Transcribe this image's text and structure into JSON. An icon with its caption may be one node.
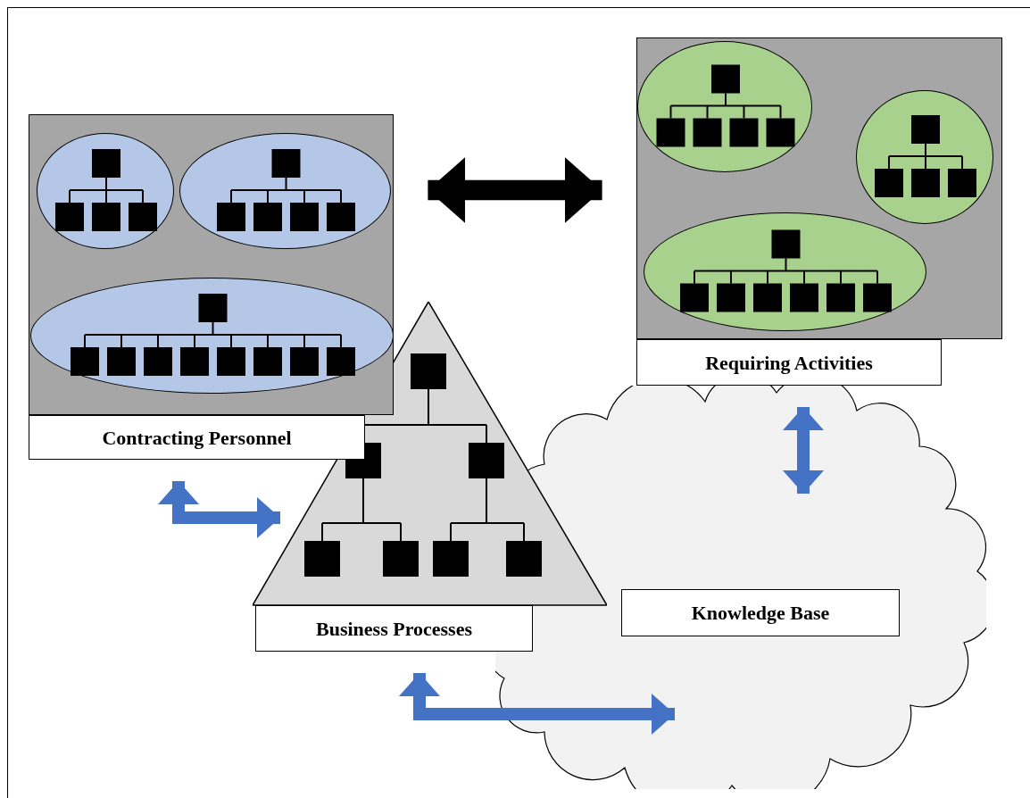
{
  "diagram": {
    "nodes": [
      {
        "text": [
          "Contracting Personnel"
        ]
      },
      {
        "text": [],
        "shape": "ellipse",
        "in": 0
      },
      {
        "text": [],
        "shape": "ellipse",
        "in": 0
      },
      {
        "text": [],
        "shape": "ellipse",
        "in": 0
      },
      {
        "text": [
          "Requiring Activities"
        ]
      },
      {
        "text": [],
        "shape": "ellipse",
        "in": 4
      },
      {
        "text": [],
        "shape": "ellipse",
        "in": 4
      },
      {
        "text": [],
        "shape": "ellipse",
        "in": 4
      },
      {
        "text": [
          "Business Processes"
        ]
      },
      {
        "text": [
          "Knowledge Base"
        ]
      }
    ],
    "edges": [
      {
        "from": 0,
        "to": 4,
        "arrow": "both",
        "color": "#000000"
      },
      {
        "from": 0,
        "to": 8,
        "arrow": "both"
      },
      {
        "from": 4,
        "to": 9,
        "arrow": "both"
      },
      {
        "from": 8,
        "to": 9,
        "arrow": "both"
      }
    ]
  }
}
